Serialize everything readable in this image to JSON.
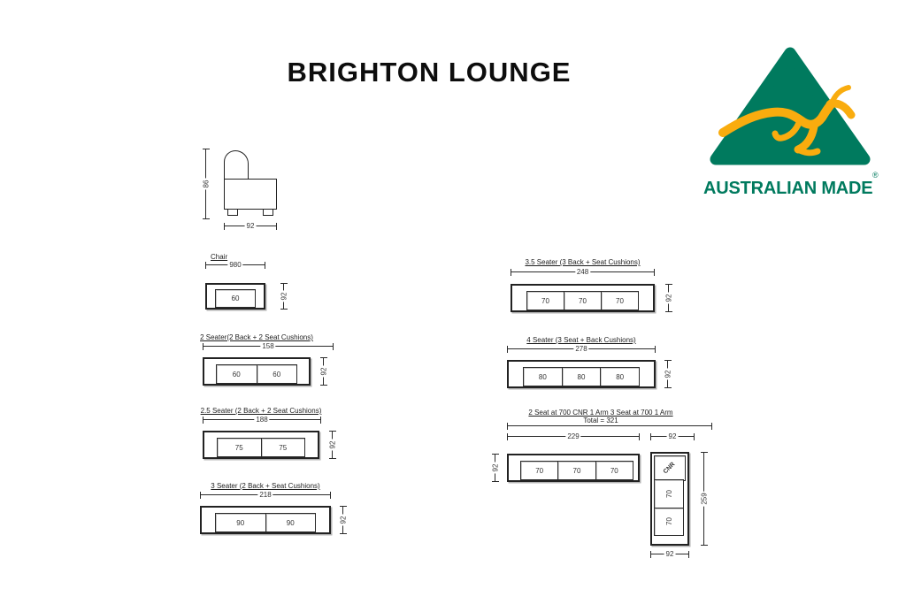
{
  "title": "BRIGHTON LOUNGE",
  "logo": {
    "wordmark": "AUSTRALIAN MADE",
    "registered": "®"
  },
  "colors": {
    "logo_green": "#007A5E",
    "logo_gold": "#F9AC0E",
    "line": "#2a2a2a"
  },
  "side_view": {
    "height": "86",
    "width": "92"
  },
  "plans": {
    "chair": {
      "label": "Chair",
      "width": "980",
      "depth": "92",
      "cushions": [
        "60"
      ]
    },
    "s2": {
      "label": "2 Seater(2 Back + 2 Seat Cushions)",
      "width": "158",
      "depth": "92",
      "cushions": [
        "60",
        "60"
      ]
    },
    "s25": {
      "label": "2.5 Seater (2 Back + 2 Seat Cushions)",
      "width": "188",
      "depth": "92",
      "cushions": [
        "75",
        "75"
      ]
    },
    "s3": {
      "label": "3 Seater (2 Back + Seat Cushions)",
      "width": "218",
      "depth": "92",
      "cushions": [
        "90",
        "90"
      ]
    },
    "s35": {
      "label": "3.5 Seater (3 Back + Seat Cushions)",
      "width": "248",
      "depth": "92",
      "cushions": [
        "70",
        "70",
        "70"
      ]
    },
    "s4": {
      "label": "4 Seater  (3 Seat + Back Cushions)",
      "width": "278",
      "depth": "92",
      "cushions": [
        "80",
        "80",
        "80"
      ]
    }
  },
  "sectional": {
    "label": "2 Seat at 700 CNR 1 Arm 3 Seat at 700 1 Arm",
    "total": "Total = 321",
    "span_left": "229",
    "span_right": "92",
    "depth_left": "92",
    "seats": [
      "70",
      "70",
      "70"
    ],
    "corner": "CNR",
    "seats_vertical": [
      "70",
      "70"
    ],
    "height_right": "259",
    "width_bottom": "92"
  }
}
